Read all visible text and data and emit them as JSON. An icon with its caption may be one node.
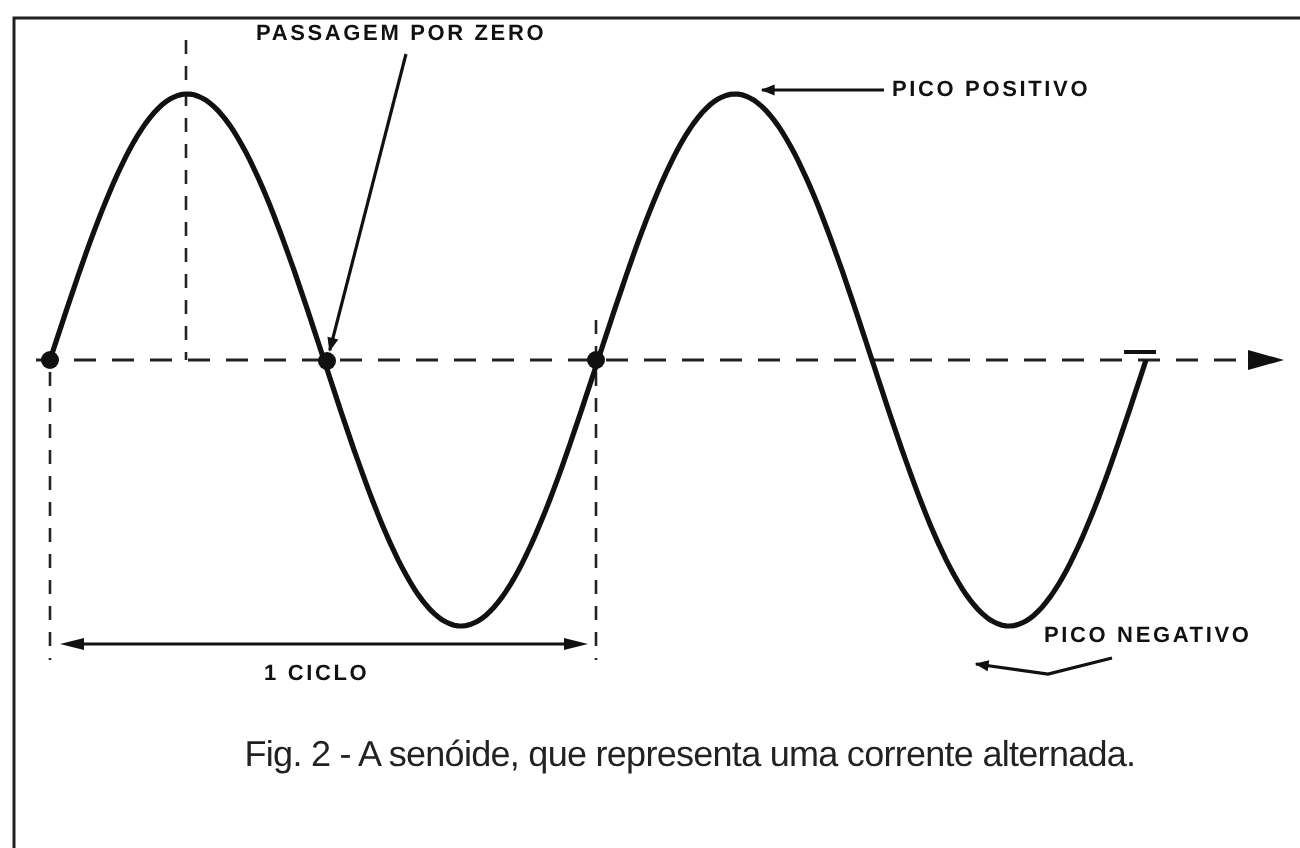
{
  "diagram": {
    "caption": "Fig. 2 - A senóide, que representa uma corrente alternada.",
    "nodes": [
      {
        "text": [
          "PASSAGEM POR ZERO"
        ]
      },
      {
        "text": [],
        "shape": "circle"
      },
      {
        "text": [
          "PICO POSITIVO"
        ]
      },
      {
        "text": [
          "PICO NEGATIVO"
        ]
      }
    ],
    "edges": [
      {
        "from": 0,
        "to": 1,
        "arrow": "to"
      },
      {
        "from": 2,
        "to": null,
        "arrow": "to"
      },
      {
        "from": 3,
        "to": null,
        "arrow": "to"
      }
    ],
    "labels": [
      "1 CICLO"
    ]
  }
}
